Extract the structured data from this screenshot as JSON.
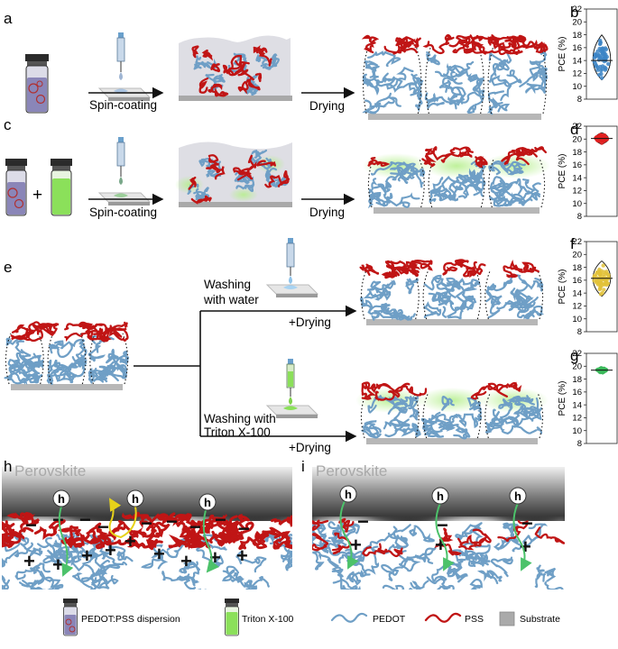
{
  "panels": {
    "a": {
      "letter": "a",
      "step1": "Spin-coating",
      "step2": "Drying"
    },
    "b": {
      "letter": "b",
      "ylabel": "PCE (%)",
      "ticks": [
        "22",
        "20",
        "18",
        "16",
        "14",
        "12",
        "10",
        "8"
      ]
    },
    "c": {
      "letter": "c",
      "plus": "+",
      "step1": "Spin-coating",
      "step2": "Drying"
    },
    "d": {
      "letter": "d",
      "ylabel": "PCE (%)",
      "ticks": [
        "22",
        "20",
        "18",
        "16",
        "14",
        "12",
        "10",
        "8"
      ]
    },
    "e": {
      "letter": "e",
      "water_line1": "Washing",
      "water_line2": "with water",
      "water_drying": "+Drying",
      "triton_line1": "Washing with",
      "triton_line2": "Triton X-100",
      "triton_drying": "+Drying"
    },
    "f": {
      "letter": "f",
      "ylabel": "PCE (%)",
      "ticks": [
        "22",
        "20",
        "18",
        "16",
        "14",
        "12",
        "10",
        "8"
      ]
    },
    "g": {
      "letter": "g",
      "ylabel": "PCE (%)",
      "ticks": [
        "22",
        "20",
        "18",
        "16",
        "14",
        "12",
        "10",
        "8"
      ]
    },
    "h": {
      "letter": "h",
      "layer": "Perovskite",
      "hole": "h"
    },
    "i": {
      "letter": "i",
      "layer": "Perovskite",
      "hole": "h"
    }
  },
  "chart_data": [
    {
      "type": "scatter",
      "panel": "b",
      "ylabel": "PCE (%)",
      "ylim": [
        8,
        22
      ],
      "mean": 14.0,
      "range": [
        11.0,
        18.0
      ],
      "color": "#3d85c6"
    },
    {
      "type": "scatter",
      "panel": "d",
      "ylabel": "PCE (%)",
      "ylim": [
        8,
        22
      ],
      "mean": 20.1,
      "range": [
        19.2,
        21.0
      ],
      "color": "#e02020"
    },
    {
      "type": "scatter",
      "panel": "f",
      "ylabel": "PCE (%)",
      "ylim": [
        8,
        22
      ],
      "mean": 16.3,
      "range": [
        13.5,
        19.0
      ],
      "color": "#e2c23a"
    },
    {
      "type": "scatter",
      "panel": "g",
      "ylabel": "PCE (%)",
      "ylim": [
        8,
        22
      ],
      "mean": 19.4,
      "range": [
        18.9,
        19.9
      ],
      "color": "#3cb85c"
    }
  ],
  "legend": {
    "items": [
      {
        "label": "PEDOT:PSS dispersion",
        "icon": "vial-purple-icon"
      },
      {
        "label": "Triton X-100",
        "icon": "vial-green-icon"
      },
      {
        "label": "PEDOT",
        "icon": "blue-wave-icon"
      },
      {
        "label": "PSS",
        "icon": "red-wave-icon"
      },
      {
        "label": "Substrate",
        "icon": "gray-square-icon"
      }
    ]
  },
  "colors": {
    "pedot": "#6f9fc6",
    "pss": "#c01515",
    "triton": "#8be05a",
    "substrate": "#b7b7b7",
    "vial_purple": "#8a86b8"
  }
}
